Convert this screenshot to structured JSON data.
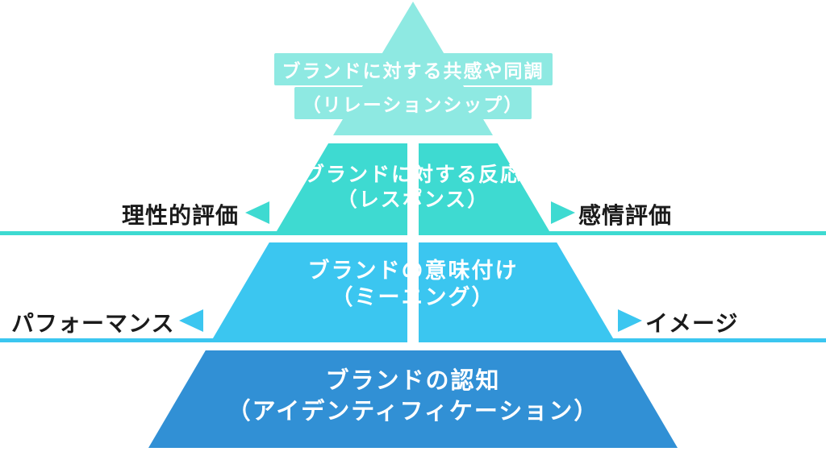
{
  "colors": {
    "background": "#ffffff",
    "level1": "#8ee9e2",
    "level2": "#3edad1",
    "level3": "#3bc6f0",
    "level4": "#3190d5",
    "level-text": "#ffffff",
    "label-text": "#1b1b1b"
  },
  "pyramid": {
    "levels": [
      {
        "name": "ブランドに対する共感や同調",
        "reading": "（リレーションシップ）"
      },
      {
        "name": "ブランドに対する反応",
        "reading": "（レスポンス）"
      },
      {
        "name": "ブランドの意味付け",
        "reading": "（ミーニング）"
      },
      {
        "name": "ブランドの認知",
        "reading": "（アイデンティフィケーション）"
      }
    ]
  },
  "side_labels": {
    "upper_left": "理性的評価",
    "upper_right": "感情評価",
    "lower_left": "パフォーマンス",
    "lower_right": "イメージ"
  }
}
